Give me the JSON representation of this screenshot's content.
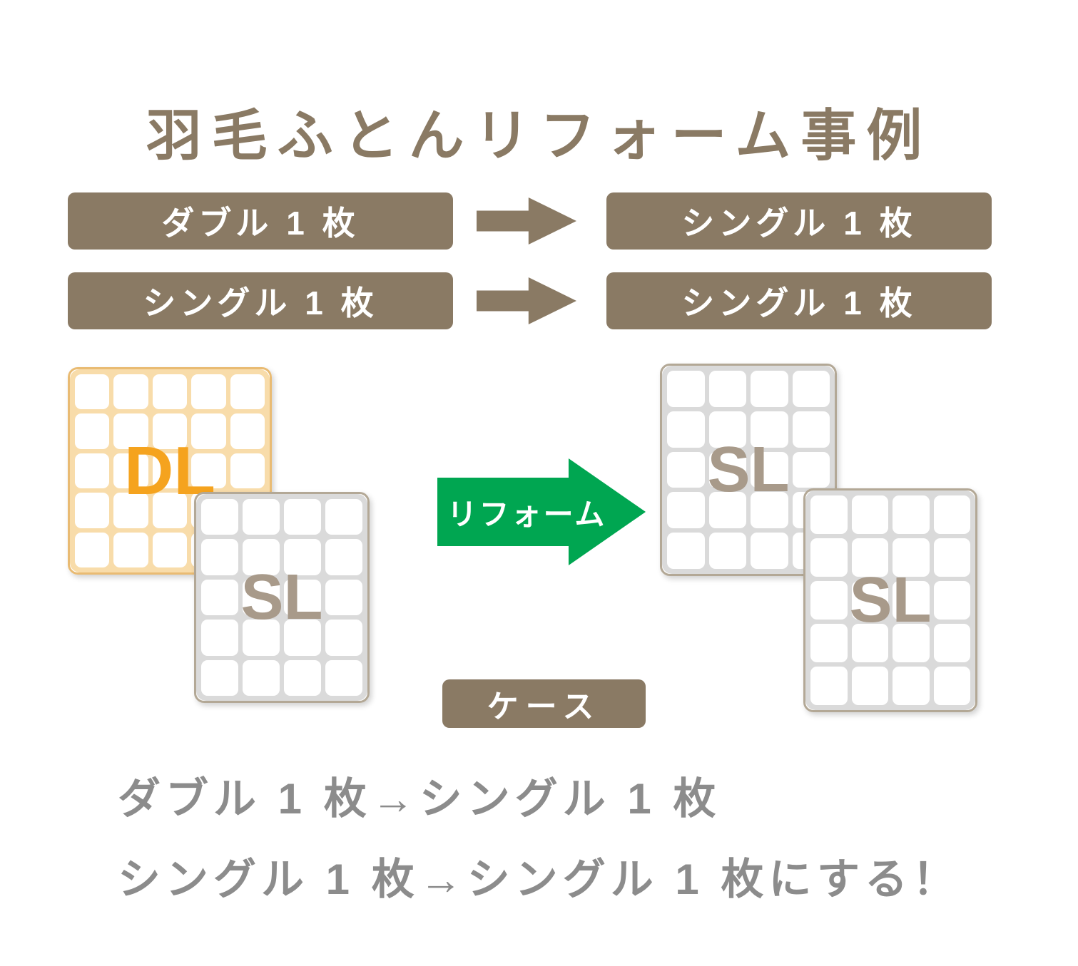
{
  "title": "羽毛ふとんリフォーム事例",
  "colors": {
    "brown": "#8a7a64",
    "orange_accent": "#f5a31e",
    "orange_line": "#f8dcaa",
    "green_arrow": "#00a651",
    "gray_line": "#dadada",
    "sl_text": "#a89a8a",
    "caption_gray": "#8c8c8c"
  },
  "rows": [
    {
      "from": "ダブル 1 枚",
      "to": "シングル 1 枚"
    },
    {
      "from": "シングル 1 枚",
      "to": "シングル 1 枚"
    }
  ],
  "diagram": {
    "left_futons": [
      {
        "label": "DL"
      },
      {
        "label": "SL"
      }
    ],
    "right_futons": [
      {
        "label": "SL"
      },
      {
        "label": "SL"
      }
    ],
    "arrow_label": "リフォーム",
    "case_label": "ケース"
  },
  "caption": {
    "line1": "ダブル 1 枚→シングル 1 枚",
    "line2": "シングル 1 枚→シングル 1 枚にする！"
  }
}
